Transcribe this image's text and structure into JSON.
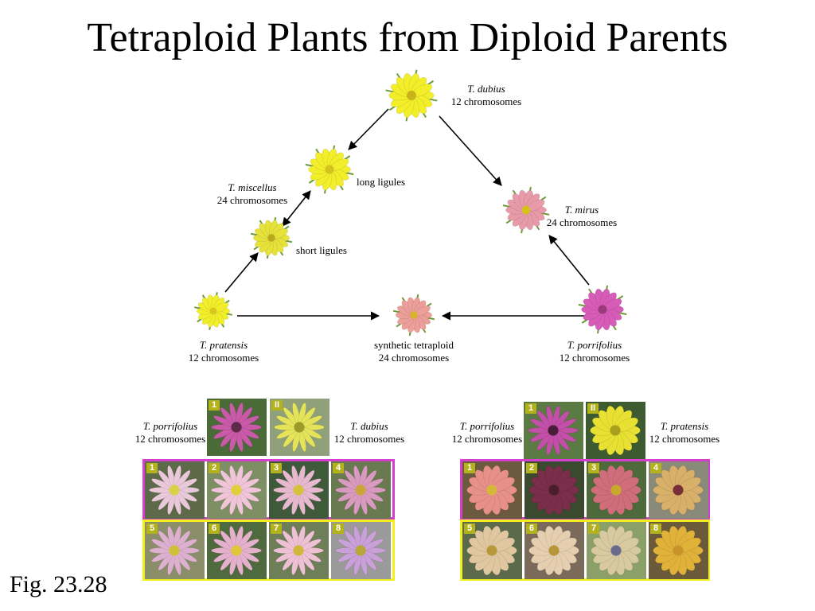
{
  "title": "Tetraploid Plants from Diploid Parents",
  "figure_label": "Fig. 23.28",
  "diagram": {
    "dubius": {
      "species": "T. dubius",
      "chromosomes": "12 chromosomes"
    },
    "miscellus": {
      "species": "T. miscellus",
      "chromosomes": "24 chromosomes"
    },
    "long_ligules": "long ligules",
    "short_ligules": "short ligules",
    "mirus": {
      "species": "T. mirus",
      "chromosomes": "24 chromosomes"
    },
    "pratensis": {
      "species": "T. pratensis",
      "chromosomes": "12 chromosomes"
    },
    "synthetic": {
      "species": "synthetic tetraploid",
      "chromosomes": "24 chromosomes"
    },
    "porrifolius": {
      "species": "T. porrifolius",
      "chromosomes": "12 chromosomes"
    }
  },
  "left_panel": {
    "parent_left": {
      "species": "T. porrifolius",
      "chromosomes": "12 chromosomes"
    },
    "parent_right": {
      "species": "T. dubius",
      "chromosomes": "12 chromosomes"
    },
    "parent_badges": [
      "1",
      "II"
    ],
    "row1_badges": [
      "1",
      "2",
      "3",
      "4"
    ],
    "row2_badges": [
      "5",
      "6",
      "7",
      "8"
    ]
  },
  "right_panel": {
    "parent_left": {
      "species": "T. porrifolius",
      "chromosomes": "12 chromosomes"
    },
    "parent_right": {
      "species": "T. pratensis",
      "chromosomes": "12 chromosomes"
    },
    "parent_badges": [
      "1",
      "II"
    ],
    "row1_badges": [
      "1",
      "2",
      "3",
      "4"
    ],
    "row2_badges": [
      "5",
      "6",
      "7",
      "8"
    ]
  },
  "colors": {
    "yellow_flower": "#f2ee2a",
    "pink_flower": "#e79aa8",
    "magenta_flower": "#d65cb8",
    "frame_magenta": "#d43fd0",
    "frame_yellow": "#f2ef1e",
    "badge": "#b4b21c"
  }
}
